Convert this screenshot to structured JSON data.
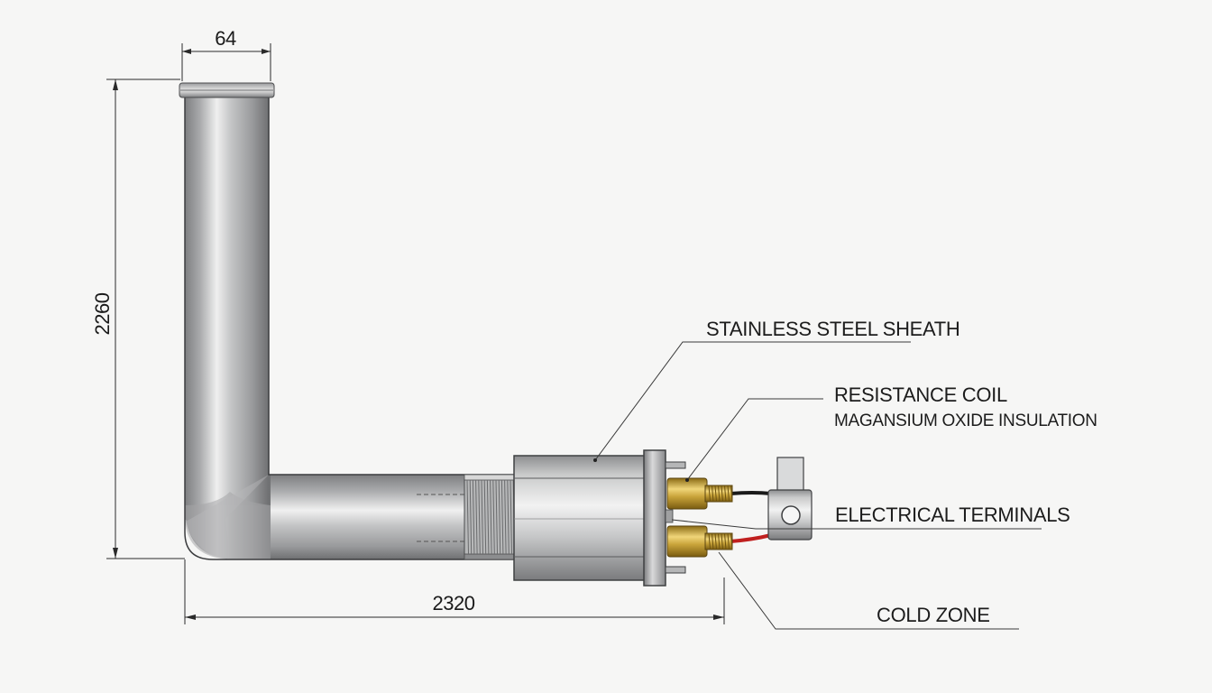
{
  "dimensions": {
    "pipe_diameter": "64",
    "vertical_height": "2260",
    "horizontal_length": "2320"
  },
  "labels": {
    "sheath": "STAINLESS STEEL SHEATH",
    "coil": "RESISTANCE COIL",
    "insulation": "MAGANSIUM OXIDE INSULATION",
    "terminals": "ELECTRICAL TERMINALS",
    "cold_zone": "COLD ZONE"
  },
  "colors": {
    "steel_dark": "#8e8f91",
    "steel_light": "#eceded",
    "brass": "#c9a43a",
    "wire_red": "#c0201f",
    "wire_black": "#1a1a1a",
    "line": "#2a2a2a"
  }
}
